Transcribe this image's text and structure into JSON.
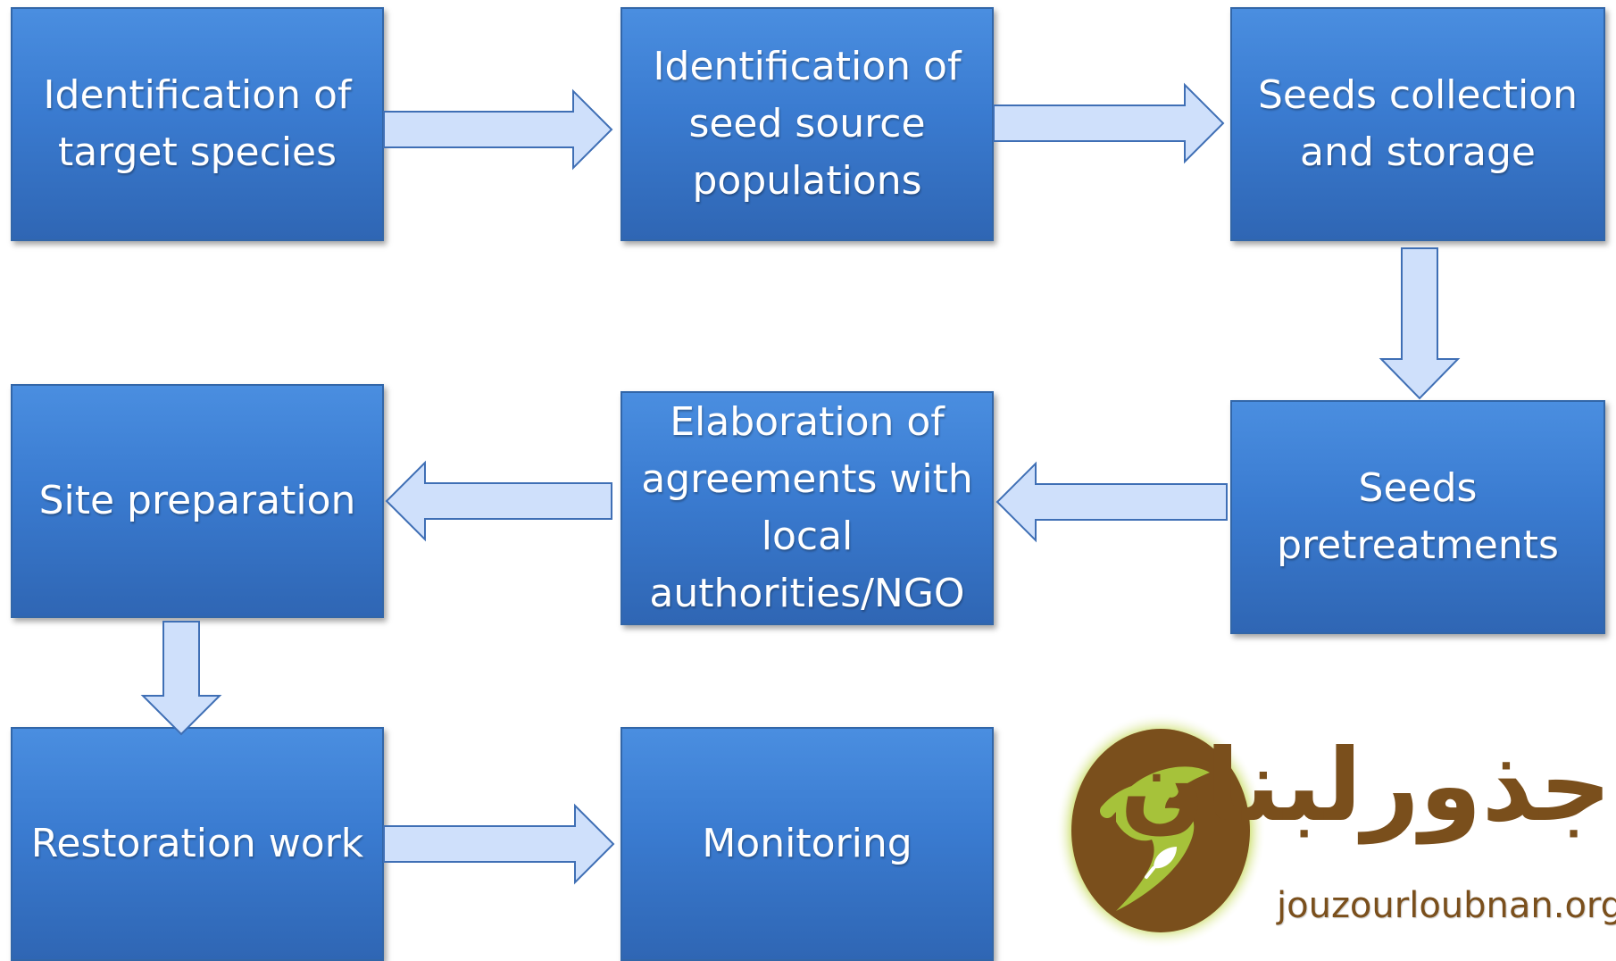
{
  "steps": {
    "target_species": "Identification of target species",
    "seed_sources": "Identification of seed source populations",
    "seeds_collection": "Seeds collection and storage",
    "seeds_pretreatments": "Seeds pretreatments",
    "agreements": "Elaboration of agreements with local authorities/NGO",
    "site_preparation": "Site preparation",
    "restoration_work": "Restoration work",
    "monitoring": "Monitoring"
  },
  "logo": {
    "arabic_name": "جذورلبنان",
    "url": "jouzourloubnan.org"
  },
  "colors": {
    "box": "#3a7bd0",
    "box_border": "#3266a8",
    "arrow_fill": "#cfe0fb",
    "arrow_stroke": "#3f6fb5",
    "logo_brown": "#7a4f1c",
    "logo_green": "#a6c23a"
  }
}
